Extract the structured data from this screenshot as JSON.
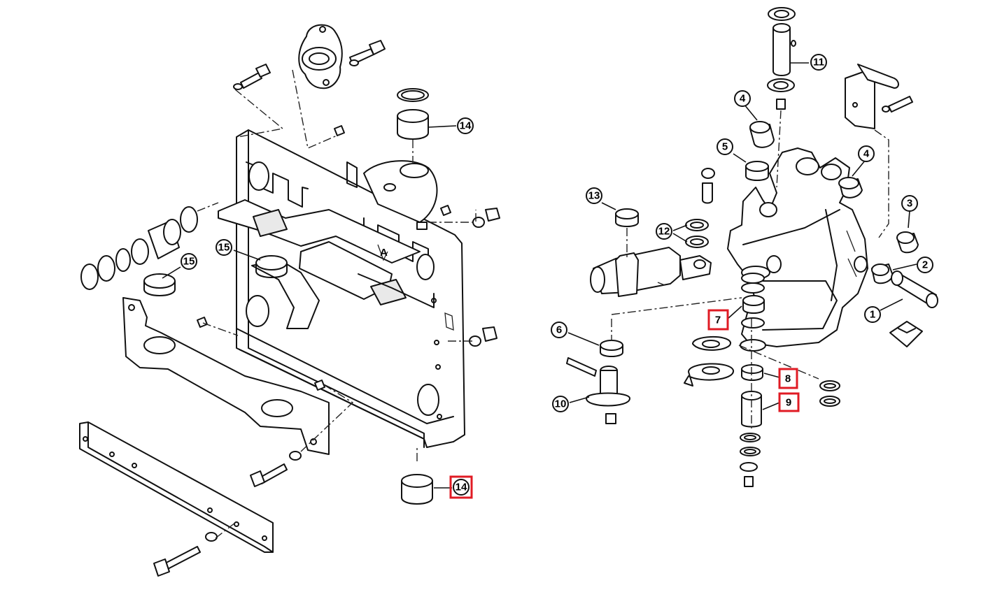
{
  "diagram": {
    "callouts": [
      {
        "id": "c14a",
        "label": "14",
        "highlighted": false
      },
      {
        "id": "c14b",
        "label": "14",
        "highlighted": true
      },
      {
        "id": "c15a",
        "label": "15",
        "highlighted": false
      },
      {
        "id": "c15b",
        "label": "15",
        "highlighted": false
      },
      {
        "id": "c11",
        "label": "11",
        "highlighted": false
      },
      {
        "id": "c4a",
        "label": "4",
        "highlighted": false
      },
      {
        "id": "c4b",
        "label": "4",
        "highlighted": false
      },
      {
        "id": "c5",
        "label": "5",
        "highlighted": false
      },
      {
        "id": "c3",
        "label": "3",
        "highlighted": false
      },
      {
        "id": "c2",
        "label": "2",
        "highlighted": false
      },
      {
        "id": "c1",
        "label": "1",
        "highlighted": false
      },
      {
        "id": "c13",
        "label": "13",
        "highlighted": false
      },
      {
        "id": "c12",
        "label": "12",
        "highlighted": false
      },
      {
        "id": "c6",
        "label": "6",
        "highlighted": false
      },
      {
        "id": "c10",
        "label": "10",
        "highlighted": false
      },
      {
        "id": "c7",
        "label": "7",
        "highlighted": true
      },
      {
        "id": "c8",
        "label": "8",
        "highlighted": true
      },
      {
        "id": "c9",
        "label": "9",
        "highlighted": true
      }
    ],
    "detail_marker": "A",
    "colors": {
      "highlight": "#e01b24",
      "ink": "#111111",
      "background": "#ffffff"
    }
  }
}
